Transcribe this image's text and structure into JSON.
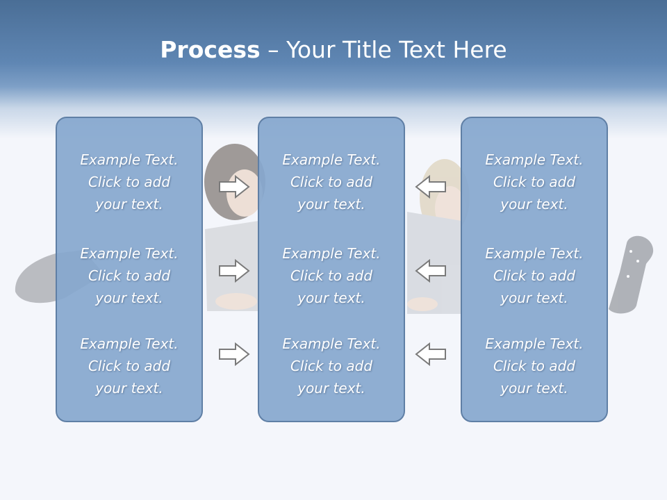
{
  "title": {
    "bold": "Process",
    "rest": " – Your Title Text Here"
  },
  "colors": {
    "header": "#5f86b3",
    "panel_fill": "#86a7ce",
    "panel_border": "#5f7fa5",
    "text": "#ffffff",
    "arrow_stroke": "#7a7a7a"
  },
  "panels": [
    {
      "items": [
        {
          "l1": "Example Text.",
          "l2": "Click  to add",
          "l3": "your text."
        },
        {
          "l1": "Example Text.",
          "l2": "Click  to add",
          "l3": "your text."
        },
        {
          "l1": "Example Text.",
          "l2": "Click  to add",
          "l3": "your text."
        }
      ]
    },
    {
      "items": [
        {
          "l1": "Example Text.",
          "l2": "Click  to add",
          "l3": "your text."
        },
        {
          "l1": "Example Text.",
          "l2": "Click  to add",
          "l3": "your text."
        },
        {
          "l1": "Example Text.",
          "l2": "Click  to add",
          "l3": "your text."
        }
      ]
    },
    {
      "items": [
        {
          "l1": "Example Text.",
          "l2": "Click  to add",
          "l3": "your text."
        },
        {
          "l1": "Example Text.",
          "l2": "Click  to add",
          "l3": "your text."
        },
        {
          "l1": "Example Text.",
          "l2": "Click  to add",
          "l3": "your text."
        }
      ]
    }
  ],
  "arrows": {
    "left_group": "right-arrow-icon",
    "right_group": "left-arrow-icon"
  },
  "background_image": "two-women-lying-on-floor-photo"
}
